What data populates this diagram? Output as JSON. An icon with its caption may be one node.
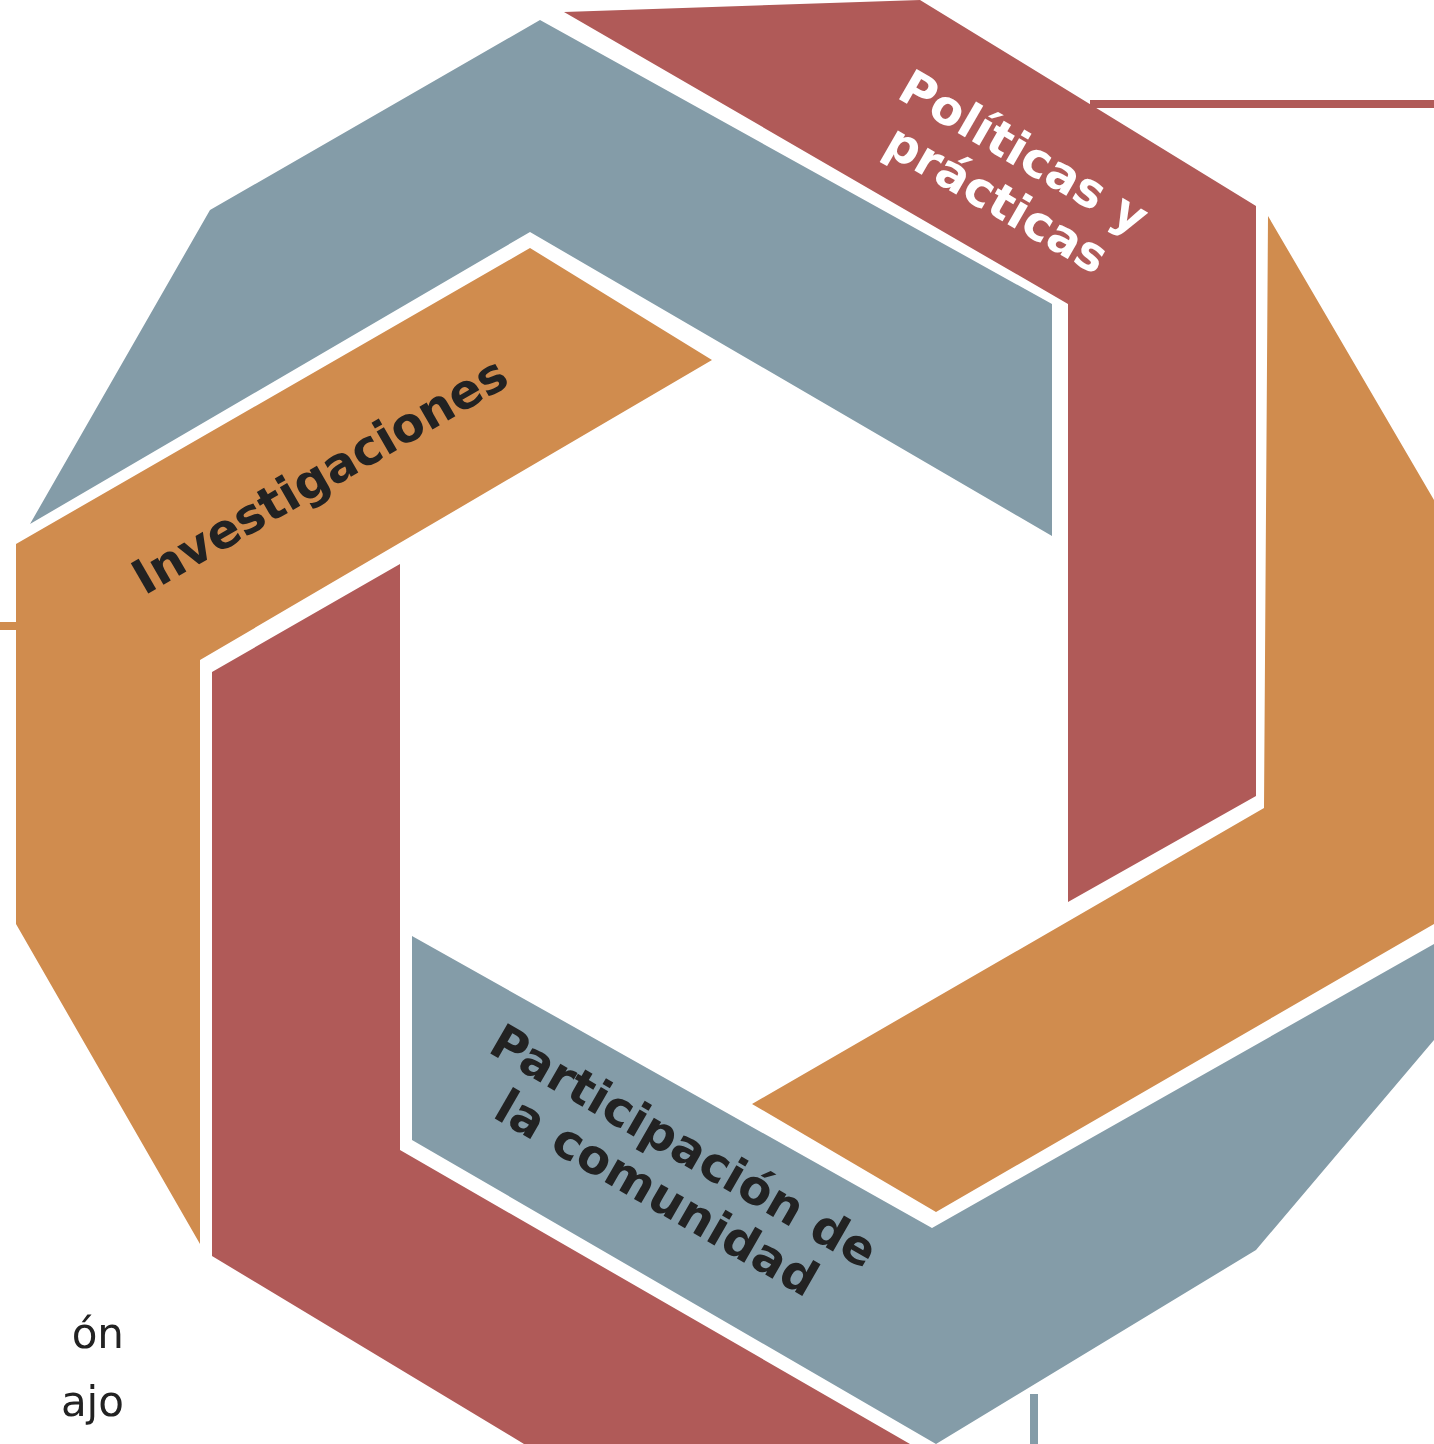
{
  "diagram": {
    "nodes": [
      {
        "text": [
          "Políticas y prácticas"
        ]
      },
      {
        "text": [
          "Investigaciones"
        ]
      },
      {
        "text": [
          "Participación de la comunidad"
        ]
      },
      {
        "text": [],
        "shape": "band"
      },
      {
        "text": [],
        "shape": "band"
      },
      {
        "text": [],
        "shape": "band"
      }
    ],
    "edges": [
      {
        "from": 0,
        "to": null,
        "arrow": "none",
        "color": "#b05a58"
      },
      {
        "from": 1,
        "to": null,
        "arrow": "none",
        "color": "#d08c4e"
      },
      {
        "from": 2,
        "to": null,
        "arrow": "none",
        "color": "#849ca8"
      }
    ],
    "labels": [
      "ón",
      "ajo"
    ]
  }
}
